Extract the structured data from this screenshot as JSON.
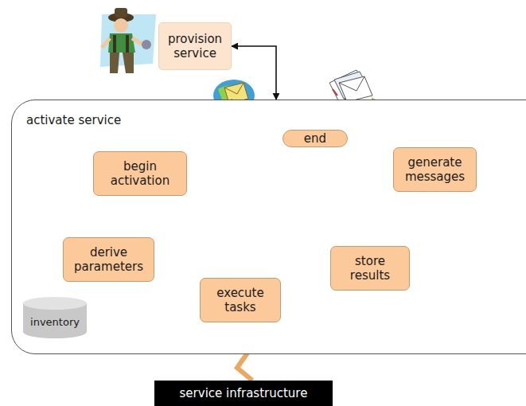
{
  "diagram": {
    "nodes": [
      {
        "text": [
          "provision service"
        ]
      },
      {
        "text": [
          "activate service"
        ]
      },
      {
        "text": [
          "begin activation"
        ],
        "in": 1
      },
      {
        "text": [
          "derive parameters"
        ],
        "in": 1
      },
      {
        "text": [
          "execute tasks"
        ],
        "in": 1
      },
      {
        "text": [
          "store results"
        ],
        "in": 1
      },
      {
        "text": [
          "generate messages"
        ],
        "in": 1
      },
      {
        "text": [
          "end"
        ],
        "in": 1
      },
      {
        "text": [
          "inventory"
        ],
        "in": 1
      },
      {
        "text": [
          "service infrastructure"
        ]
      }
    ],
    "edges": [
      {
        "from": 0,
        "to": 1,
        "arrow": "both"
      },
      {
        "from": 1,
        "to": 2,
        "arrow": "to"
      },
      {
        "from": 2,
        "to": 3,
        "arrow": "to"
      },
      {
        "from": 3,
        "to": 4,
        "arrow": "to"
      },
      {
        "from": 4,
        "to": 5,
        "arrow": "to"
      },
      {
        "from": 5,
        "to": 6,
        "arrow": "to"
      },
      {
        "from": 6,
        "to": 7,
        "arrow": "to"
      },
      {
        "from": 4,
        "to": 9,
        "arrow": "none"
      }
    ]
  }
}
